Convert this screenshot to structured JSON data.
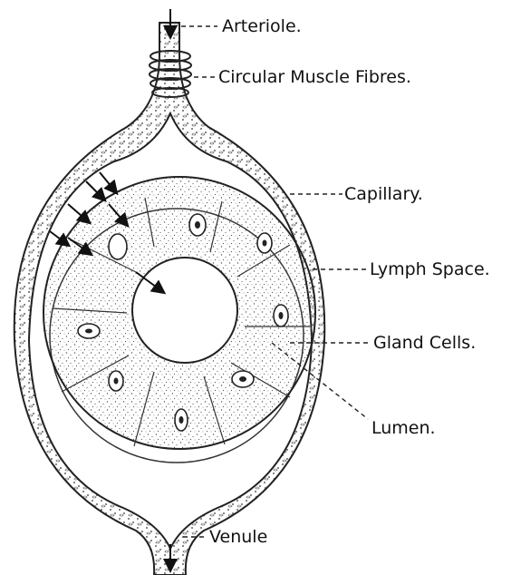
{
  "labels": {
    "arteriole": "Arteriole.",
    "muscle": "Circular Muscle Fibres.",
    "capillary": "Capillary.",
    "lymph": "Lymph Space.",
    "gland": "Gland Cells.",
    "lumen": "Lumen.",
    "venule": "Venule"
  },
  "colors": {
    "ink": "#222222",
    "stipple": "#555555"
  },
  "icons": [
    "arrow-down-icon",
    "arrow-icon"
  ]
}
